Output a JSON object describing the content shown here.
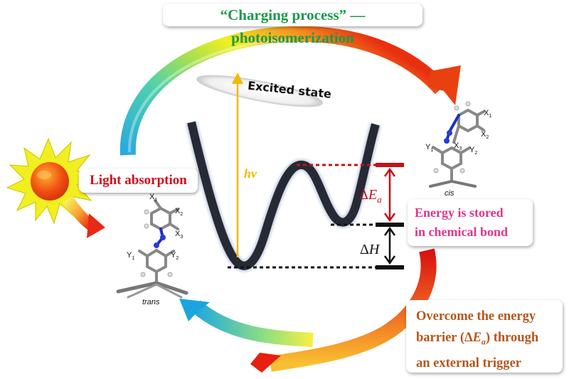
{
  "title": "“Charging process” — photoisomerization",
  "excited_state_label": "Excited state",
  "photon_label": "hv",
  "light_absorption_label": "Light absorption",
  "energy_stored_label": {
    "line1": "Energy is stored",
    "line2": "in chemical bond"
  },
  "trigger_label": {
    "line1": "Overcome the energy",
    "line2_prefix": "barrier (Δ",
    "line2_var": "E",
    "line2_sub": "a",
    "line2_suffix": ") through",
    "line3": "an external trigger"
  },
  "activation_energy_label": {
    "delta": "Δ",
    "var": "E",
    "sub": "a"
  },
  "enthalpy_label": {
    "delta": "Δ",
    "var": "H"
  },
  "trans_molecule": {
    "name": "trans",
    "substituents": {
      "x1": "X",
      "x1_sub": "1",
      "x2": "X",
      "x2_sub": "2",
      "x3": "X",
      "x3_sub": "3",
      "y1": "Y",
      "y1_sub": "1",
      "y2": "Y",
      "y2_sub": "2"
    }
  },
  "cis_molecule": {
    "name": "cis",
    "substituents": {
      "x1": "X",
      "x1_sub": "1",
      "x2": "X",
      "x2_sub": "2",
      "x3": "X",
      "x3_sub": "3",
      "y1": "Y",
      "y1_sub": "1",
      "y2": "Y",
      "y2_sub": "2"
    }
  },
  "colors": {
    "title_green": "#1a9a4a",
    "light_red": "#d0101a",
    "storage_pink": "#e0368a",
    "trigger_brown": "#b5561c",
    "photon_yellow": "#f5b800",
    "activation_red": "#c4101a",
    "curve_dark": "#252a35"
  }
}
